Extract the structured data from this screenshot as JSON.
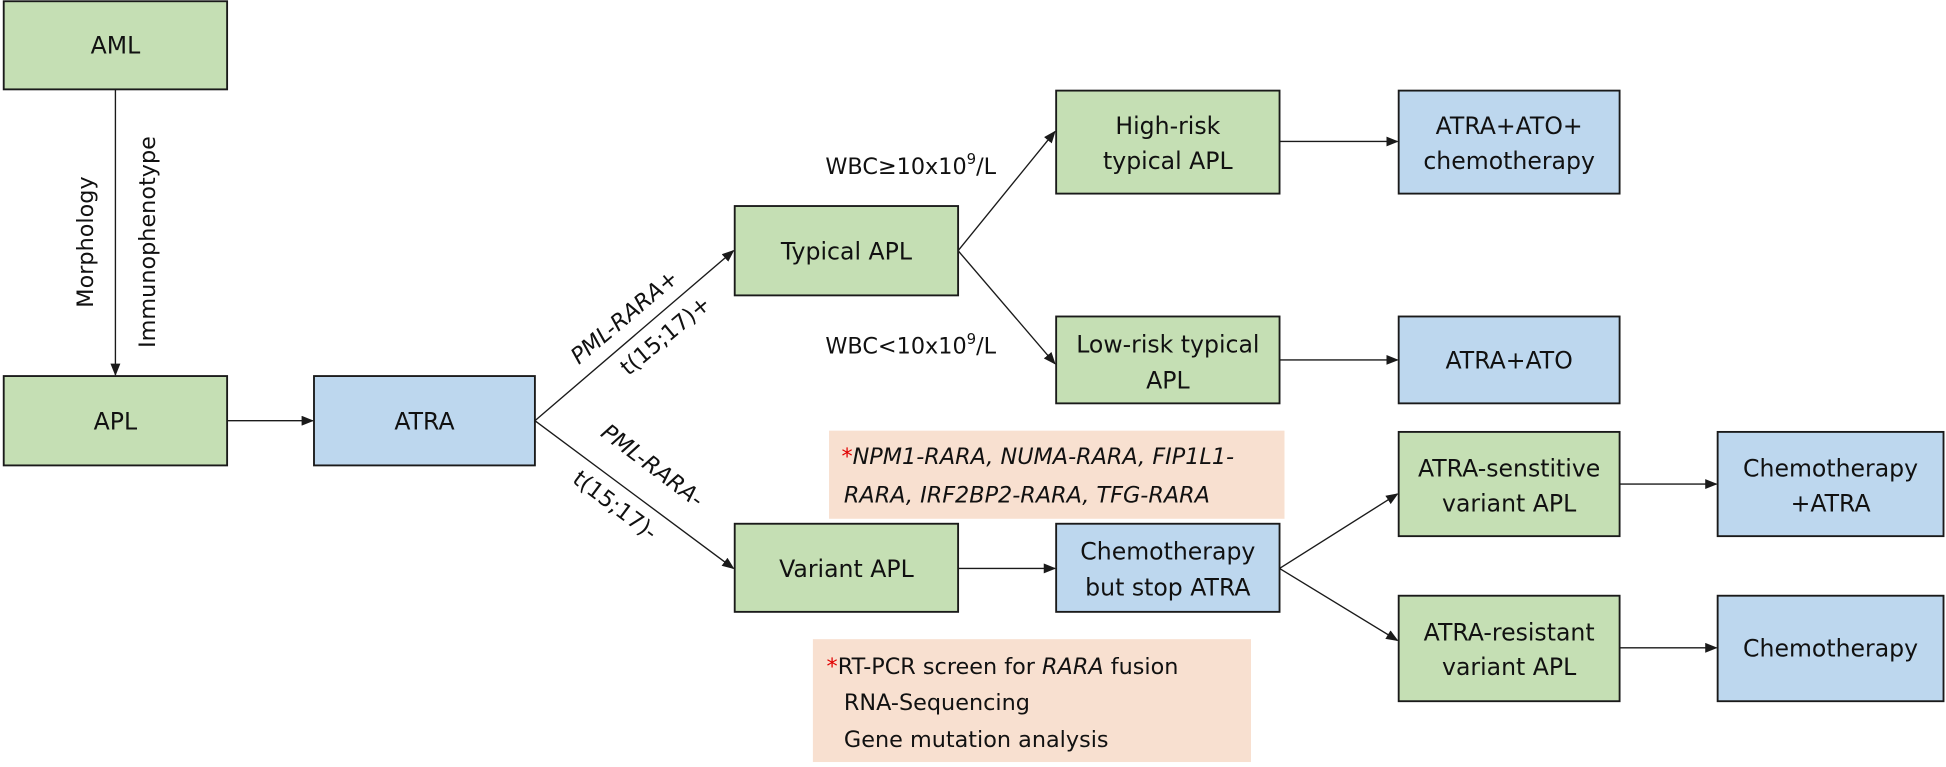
{
  "colors": {
    "diagnosis_box": "#c5dfb4",
    "treatment_box": "#bdd7ee",
    "note_box": "#f8e0d0",
    "asterisk": "#e00000"
  },
  "nodes": {
    "aml": "AML",
    "apl": "APL",
    "atra": "ATRA",
    "typical_apl": "Typical APL",
    "high_risk": [
      "High-risk",
      "typical APL"
    ],
    "high_risk_tx": [
      "ATRA+ATO+",
      "chemotherapy"
    ],
    "low_risk": [
      "Low-risk typical",
      "APL"
    ],
    "low_risk_tx": "ATRA+ATO",
    "variant_apl": "Variant APL",
    "chemo_stop": [
      "Chemotherapy",
      "but stop ATRA"
    ],
    "sensitive": [
      "ATRA-senstitive",
      "variant APL"
    ],
    "sensitive_tx": [
      "Chemotherapy",
      "+ATRA"
    ],
    "resistant": [
      "ATRA-resistant",
      "variant APL"
    ],
    "resistant_tx": "Chemotherapy"
  },
  "edge_labels": {
    "morphology": "Morphology",
    "immunophenotype": "Immunophenotype",
    "pml_pos": "PML-RARA+",
    "t_pos": "t(15;17)+",
    "pml_neg": "PML-RARA-",
    "t_neg": "t(15;17)-",
    "wbc_high": {
      "pre": "WBC≥10x10",
      "sup": "9",
      "post": "/L"
    },
    "wbc_low": {
      "pre": "WBC<10x10",
      "sup": "9",
      "post": "/L"
    }
  },
  "notes": {
    "fusions": {
      "asterisk": "*",
      "line1": "NPM1-RARA, NUMA-RARA, FIP1L1-",
      "line2": "RARA, IRF2BP2-RARA, TFG-RARA"
    },
    "methods": {
      "asterisk": "*",
      "line1_pre": "RT-PCR screen for ",
      "line1_italic": "RARA",
      "line1_post": " fusion",
      "line2": "RNA-Sequencing",
      "line3": "Gene mutation analysis"
    }
  }
}
